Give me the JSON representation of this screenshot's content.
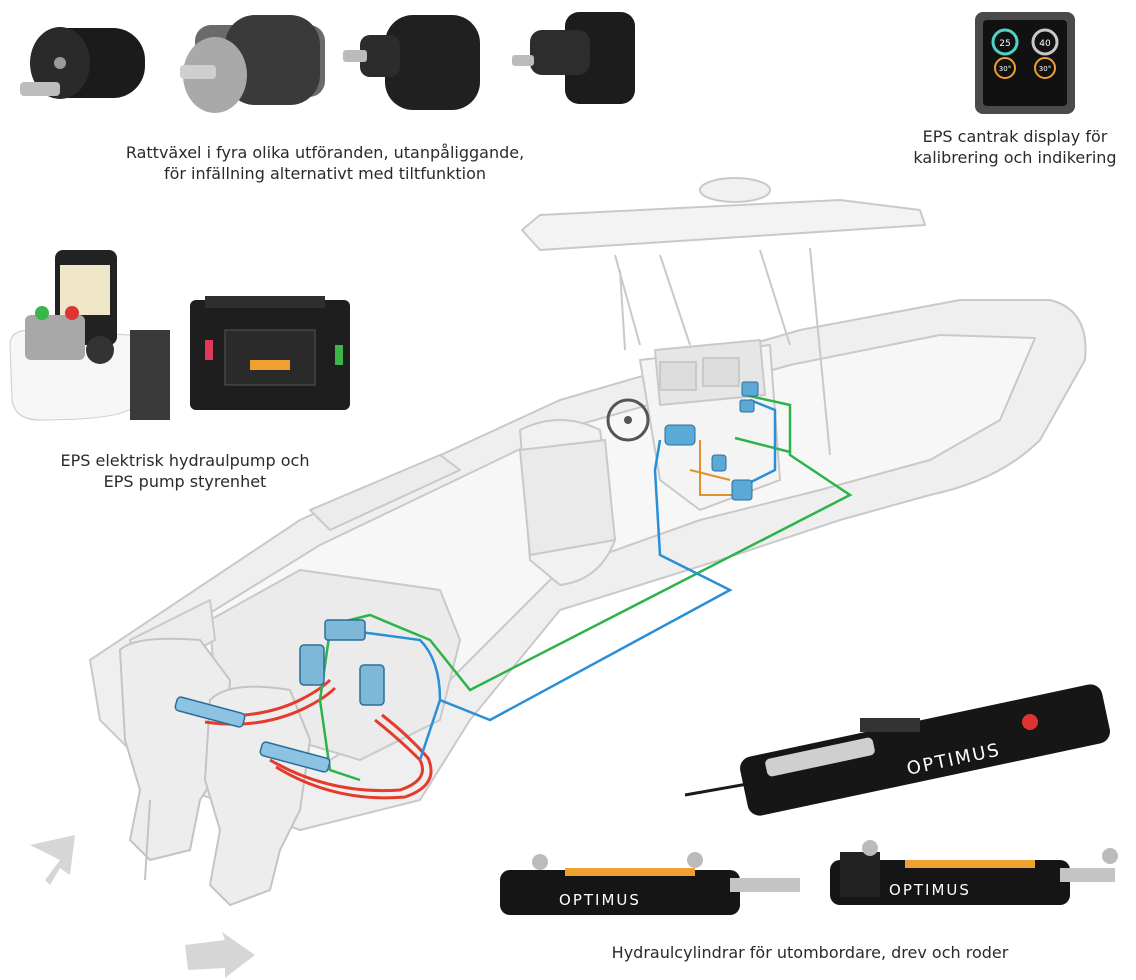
{
  "captions": {
    "steering": {
      "line1": "Rattväxel i fyra olika utföranden, utanpåliggande,",
      "line2": "för infällning alternativt med tiltfunktion"
    },
    "display": {
      "line1": "EPS cantrak display för",
      "line2": "kalibrering och indikering"
    },
    "pump": {
      "line1": "EPS elektrisk hydraulpump och",
      "line2": "EPS pump styrenhet"
    },
    "cylinders": {
      "line1": "Hydraulcylindrar för utombordare, drev och roder"
    }
  },
  "product_labels": {
    "cylinder_brand": "OPTIMUS",
    "display_value_1": "25",
    "display_value_2": "40",
    "display_value_3": "30°",
    "display_value_4": "30°"
  },
  "colors": {
    "hydraulic_red": "#e53b2c",
    "signal_green": "#2db34a",
    "signal_blue": "#2a8fd6",
    "component_blue": "#5aa9d6",
    "boat_fill": "#efefef",
    "boat_stroke": "#c8c8c8"
  }
}
